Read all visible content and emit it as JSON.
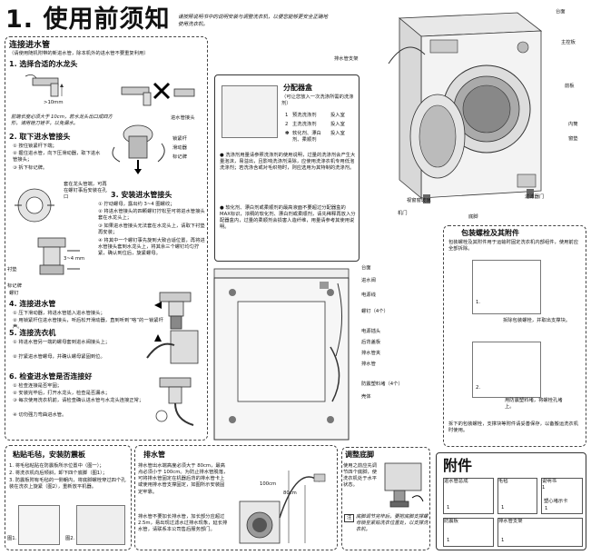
{
  "header": {
    "title": "1. 使用前须知",
    "subtitle": "请按照说明书中的说明安装与调整洗衣机，以便您能够更安全正确地使用洗衣机。"
  },
  "inlet": {
    "heading": "连接进水管",
    "note": "（请使用随机附带的新进水管，除本机外的进水管不要重复利用）",
    "step1": "1. 选择合适的水龙头",
    "dim": ">10mm",
    "step1_note": "前端长度必须大于 10cm，若水龙头出口成四方形，请用锉刀锉平，以免漏水。",
    "inlet_joint": "进水管接头",
    "step2": "2. 取下进水管接头",
    "step2_items": [
      "① 按住锁紧杆下端；",
      "② 握住进水管，向下压滑动器，取下进水管接头；",
      "③ 拆下标记牌。"
    ],
    "lock_lever": "锁紧杆",
    "slider": "滑动器",
    "tag": "标记牌",
    "ring_label": "套在龙头管端，可再在螺钉事后安装在孔口",
    "step3": "3. 安装进水管接头",
    "step3_items": [
      "① 拧动螺母，露出约 3~4 圈螺纹；",
      "② 将进水管接头的四颗螺钉拧松至可将进水管接头套在水龙头上；",
      "③ 如果进水管接头无法套在水龙头上，请取下衬垫再安装；",
      "④ 将其中一个螺钉事先旋到大致合适位置，再将进水管接头套到水龙头上，将其余三个螺钉均匀拧紧，确认到位后，旋紧螺母。"
    ],
    "gasket": "衬垫",
    "tag2": "标记牌",
    "screw": "螺钉",
    "size": "3~4 mm",
    "step4": "4. 连接进水管",
    "step4_items": [
      "① 压下滑动器，将进水管插入进水管接头；",
      "② 用锁紧杆住进水管接头，听后松开滑动器，直到听到“咯”的一声。"
    ],
    "lock_lever2": "锁紧杆",
    "step5": "5. 连接洗衣机",
    "step5_items": [
      "① 将进水管另一端的螺母套到进水阀接头上；",
      "② 拧紧进水管螺母，并确认螺母紧固到位。"
    ],
    "step6": "6. 检查进水管是否连接好",
    "step6_items": [
      "① 检查连接是否牢固；",
      "② 安装完毕后，打开水龙头，检查是否漏水；",
      "③ 每次使用洗衣机前，请检查确认进水管与水龙头连接正常；",
      "④ 切勿强力弯曲进水管。"
    ]
  },
  "mat": {
    "heading": "粘贴毛毡，安装防震板",
    "items": [
      "1. 将毛毡粘贴在防震板所示位置中（图一）；",
      "2. 将洗衣机向后倾斜，卸下四个底脚（图1）；",
      "3. 防震板附有毛毡的一侧朝内，将底脚螺栓穿过四个孔装在洗衣上旋紧（图2），重新放平机器。"
    ],
    "fig1": "图1.",
    "fig2": "图2."
  },
  "drain": {
    "heading": "排水管",
    "text": "排水管出水端高度必须大于 80cm，最高点必须小于 100cm。为防止排水管脱落，可将排水管固定在机器后背的排水管卡上或使用排水管支撑固定，如图所示安装固定牢靠。",
    "text2": "排水管不要加长排水管，加长部分应超过 2.5m，易出现过滤水过排水现象，延长排水管，请联系本公司售后服务部门。",
    "h1": "100cm",
    "h2": "80cm"
  },
  "feet": {
    "heading": "调整底脚",
    "text": "使用之前应先调节四个底脚，使洗衣机处于水平状态。",
    "note_label": "注",
    "note": "底脚调节完毕后，要把底脚支撑螺母锁至紧贴洗衣位置处，以支撑洗衣机。"
  },
  "dispenser": {
    "heading": "分配器盒",
    "sub": "（可让您放入一次洗涤所需的洗涤剂）",
    "rows": [
      {
        "num": "1",
        "name": "预洗洗涤剂",
        "place": "投入室"
      },
      {
        "num": "2",
        "name": "主洗洗涤剂",
        "place": "投入室"
      },
      {
        "num": "✽",
        "name": "软化剂、漂白剂、柔顺剂",
        "place": "投入室"
      }
    ],
    "bullets": [
      "洗涤剂用量请参照洗涤剂的使用说明，过量的洗涤剂会产生大量泡沫，易溢出，且影响洗涤剂清除，应使用洗涤衣机专用低泡洗涤剂；若洗涤含或对毛织物时，则应选用为其特制的洗涤剂。",
      "软化剂、漂白剂或柔顺剂的最高液面不要超过分配器盒的MAX标识，浓稠的软化剂、漂白剂或柔顺剂，请先稀释再放入分配器盒内，过量的柔顺剂会损害人造纤维，用量请参考其使用说明。"
    ]
  },
  "machine": {
    "labels": {
      "drain_support": "排水管支架",
      "top": "台面",
      "control": "主控板",
      "front": "前板",
      "drum": "内筒",
      "door": "窗垫",
      "glass": "视窗窗玻璃",
      "door_handle": "机门",
      "foot": "底脚",
      "filter": "过滤器门"
    }
  },
  "back": {
    "labels": {
      "top": "台面",
      "inlet_valve": "进水阀",
      "power_cord": "电源线",
      "bolt": "螺钉（4个）",
      "plug": "电源插头",
      "back_cover": "后背盖板",
      "drain_clip": "排水管夹",
      "drain_hose": "排水管",
      "anti_shake": "防震塑料堵（4个）",
      "shell": "壳体"
    }
  },
  "bolts": {
    "heading": "包装螺栓及其附件",
    "text": "包装螺栓及其附件用于运输时固定洗衣机内部组件，使用前应全部拆除。",
    "step1": "拆除包装螺栓，并取出支撑块。",
    "step2": "用防震塑料堵，将螺栓孔堵上。",
    "text2": "拆下的包装螺栓，支撑块等附件请妥善保存，以备搬运洗衣机时使用。"
  },
  "accessories": {
    "heading": "附件",
    "items": [
      {
        "name": "进水管总成",
        "qty": "1"
      },
      {
        "name": "毛毡",
        "qty": "1"
      },
      {
        "name": "说明书",
        "qty": "1"
      },
      {
        "name": "防震板",
        "qty": "1"
      },
      {
        "name": "排水管支架",
        "qty": "1"
      }
    ],
    "extra": "塑心堵示卡",
    "extra_qty": "1"
  }
}
